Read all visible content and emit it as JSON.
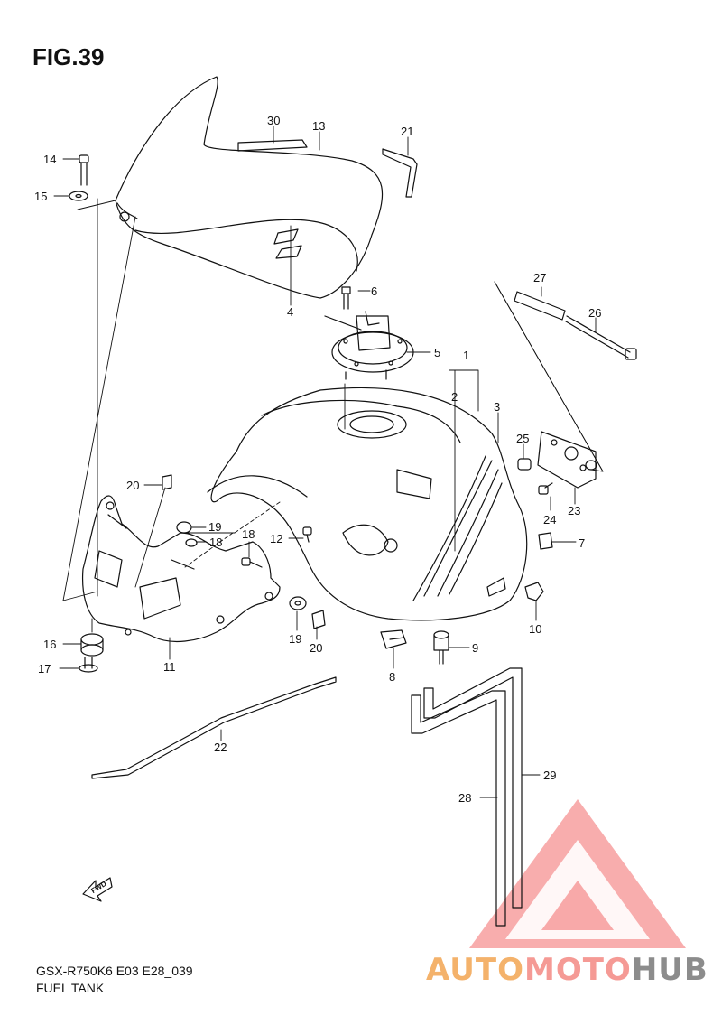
{
  "figure": {
    "title": "FIG.39"
  },
  "footer": {
    "model": "GSX-R750K6 E03 E28_039",
    "section": "FUEL TANK"
  },
  "fwd_label": "FWD",
  "watermark": {
    "part1": "AUTO",
    "part2": "MOTO",
    "part3": "HUB"
  },
  "callouts": [
    "1",
    "2",
    "3",
    "4",
    "5",
    "6",
    "7",
    "8",
    "9",
    "10",
    "11",
    "12",
    "13",
    "14",
    "15",
    "16",
    "17",
    "18",
    "18",
    "19",
    "19",
    "20",
    "20",
    "21",
    "22",
    "23",
    "24",
    "25",
    "26",
    "27",
    "28",
    "29",
    "30"
  ],
  "colors": {
    "line": "#111111",
    "wm_red": "#f26a6a",
    "wm_orange": "#f4b26b",
    "wm_gray": "#8c8c8c"
  }
}
